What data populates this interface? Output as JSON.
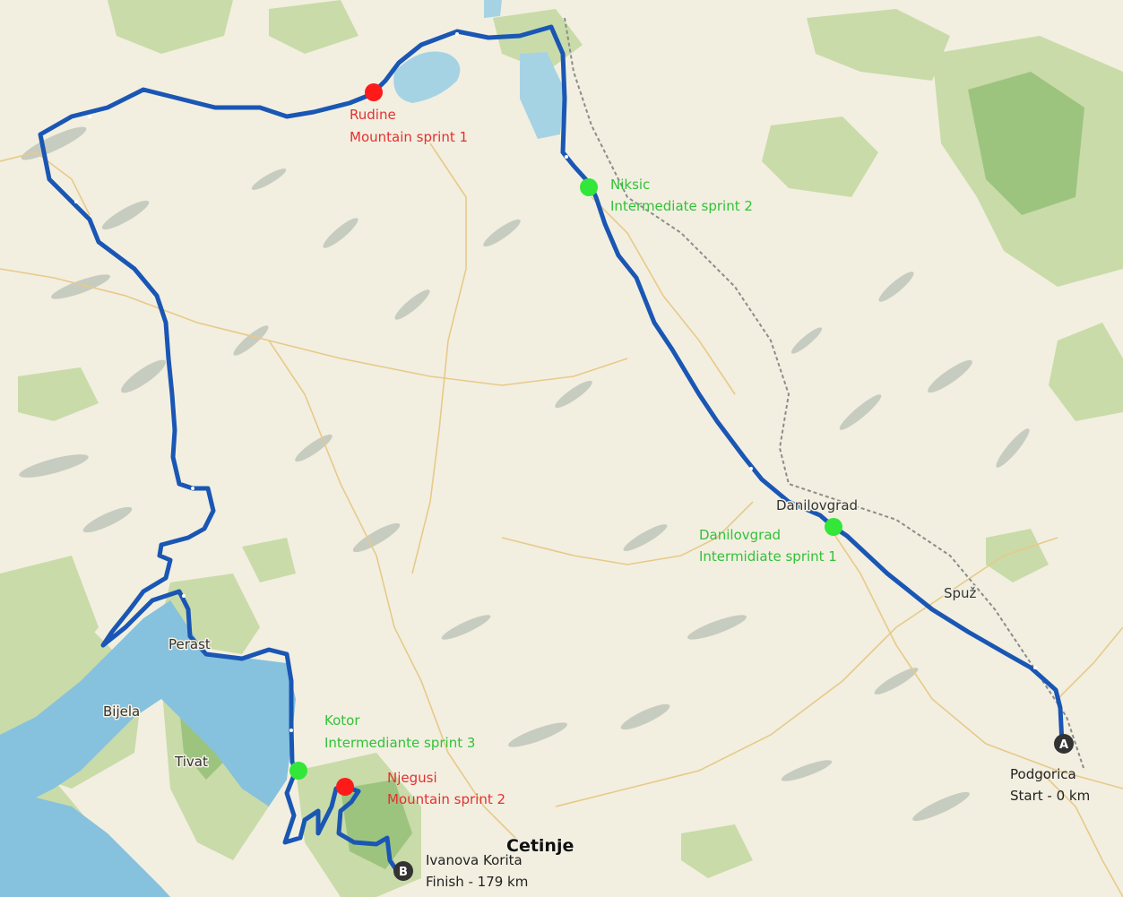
{
  "colors": {
    "land": "#f2efe0",
    "forest": "#c9dba8",
    "forest_dark": "#9cc47f",
    "mountain_shade": "#b9c0b6",
    "water": "#a6d3e3",
    "sea": "#86c1de",
    "road": "#e8c98a",
    "rail": "#8c8c8c",
    "route": "#1a56b4",
    "mountain_sprint": "#ff1a1a",
    "intermediate_sprint": "#33e63a",
    "marker_dark": "#333333"
  },
  "towns": {
    "perast": "Perast",
    "bijela": "Bijela",
    "tivat": "Tivat",
    "cetinje": "Cetinje",
    "danilovgrad": "Danilovgrad",
    "spuz": "Spuž"
  },
  "markers": {
    "start": {
      "letter": "A",
      "line1": "Podgorica",
      "line2": "Start - 0 km"
    },
    "finish": {
      "letter": "B",
      "line1": "Ivanova Korita",
      "line2": "Finish - 179 km"
    }
  },
  "sprints": [
    {
      "id": "rudine",
      "type": "mountain",
      "line1": "Rudine",
      "line2": "Mountain sprint 1"
    },
    {
      "id": "niksic",
      "type": "intermediate",
      "line1": "Niksic",
      "line2": "Intermediate sprint 2"
    },
    {
      "id": "danilovgrad",
      "type": "intermediate",
      "line1": "Danilovgrad",
      "line2": "Intermidiate sprint 1"
    },
    {
      "id": "kotor",
      "type": "intermediate",
      "line1": "Kotor",
      "line2": "Intermediante sprint 3"
    },
    {
      "id": "njegusi",
      "type": "mountain",
      "line1": "Njegusi",
      "line2": "Mountain sprint 2"
    }
  ]
}
